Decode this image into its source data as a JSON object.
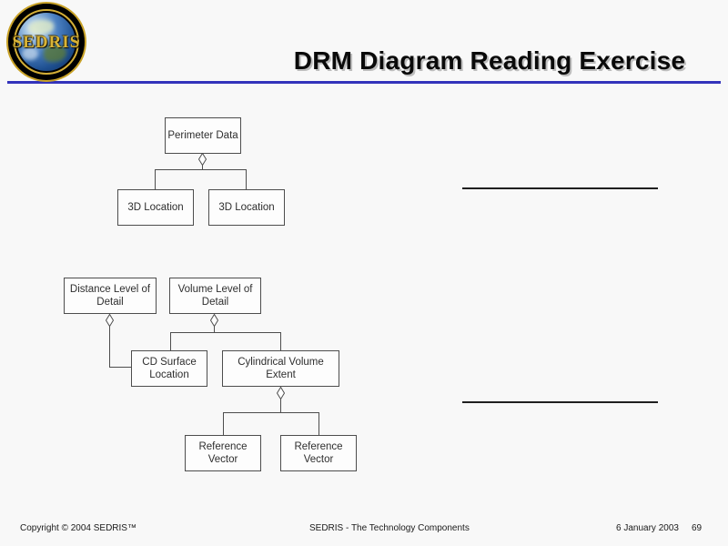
{
  "header": {
    "title": "DRM Diagram Reading Exercise",
    "logo_word": "SEDRIS",
    "logo_tm": "™"
  },
  "colors": {
    "accent_rule": "#3333bb",
    "node_border": "#4d4d4d",
    "background": "#f8f8f8",
    "logo_gold": "#d4af37"
  },
  "diagram1": {
    "parent": "Perimeter Data",
    "children": [
      "3D Location",
      "3D Location"
    ]
  },
  "diagram2": {
    "top": [
      "Distance Level of Detail",
      "Volume Level of Detail"
    ],
    "middle": [
      "CD Surface Location",
      "Cylindrical Volume Extent"
    ],
    "bottom": [
      "Reference Vector",
      "Reference Vector"
    ]
  },
  "footer": {
    "copyright": "Copyright © 2004 SEDRIS™",
    "center": "SEDRIS - The Technology Components",
    "date": "6 January 2003",
    "page_number": "69"
  }
}
